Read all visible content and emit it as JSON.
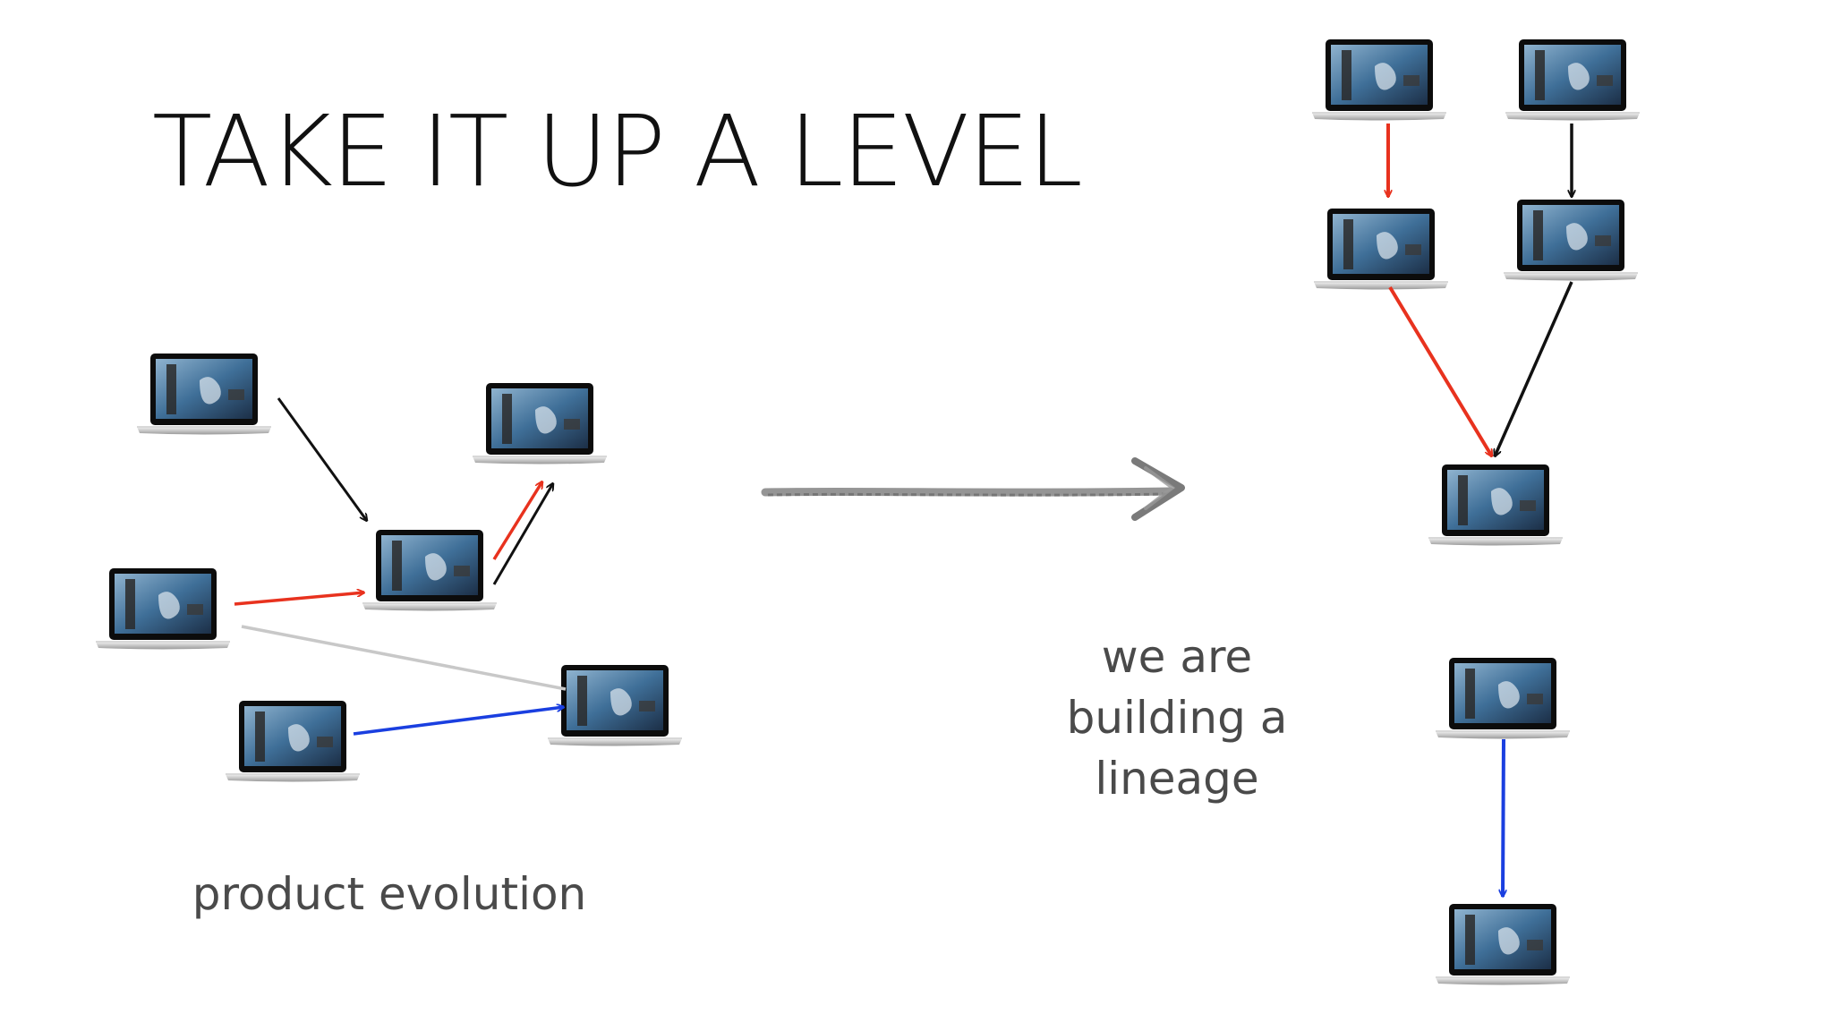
{
  "title": "TAKE IT UP A LEVEL",
  "captions": {
    "left": "product evolution",
    "middle_line1": "we are",
    "middle_line2": "building a",
    "middle_line3": "lineage"
  },
  "icons": {
    "node": "laptop-icon",
    "transition": "arrow-right-icon"
  },
  "colors": {
    "red": "#e8321e",
    "black": "#111111",
    "blue": "#1a3fe0",
    "gray": "#c8c8c8",
    "chalk": "#8a8a8a"
  }
}
